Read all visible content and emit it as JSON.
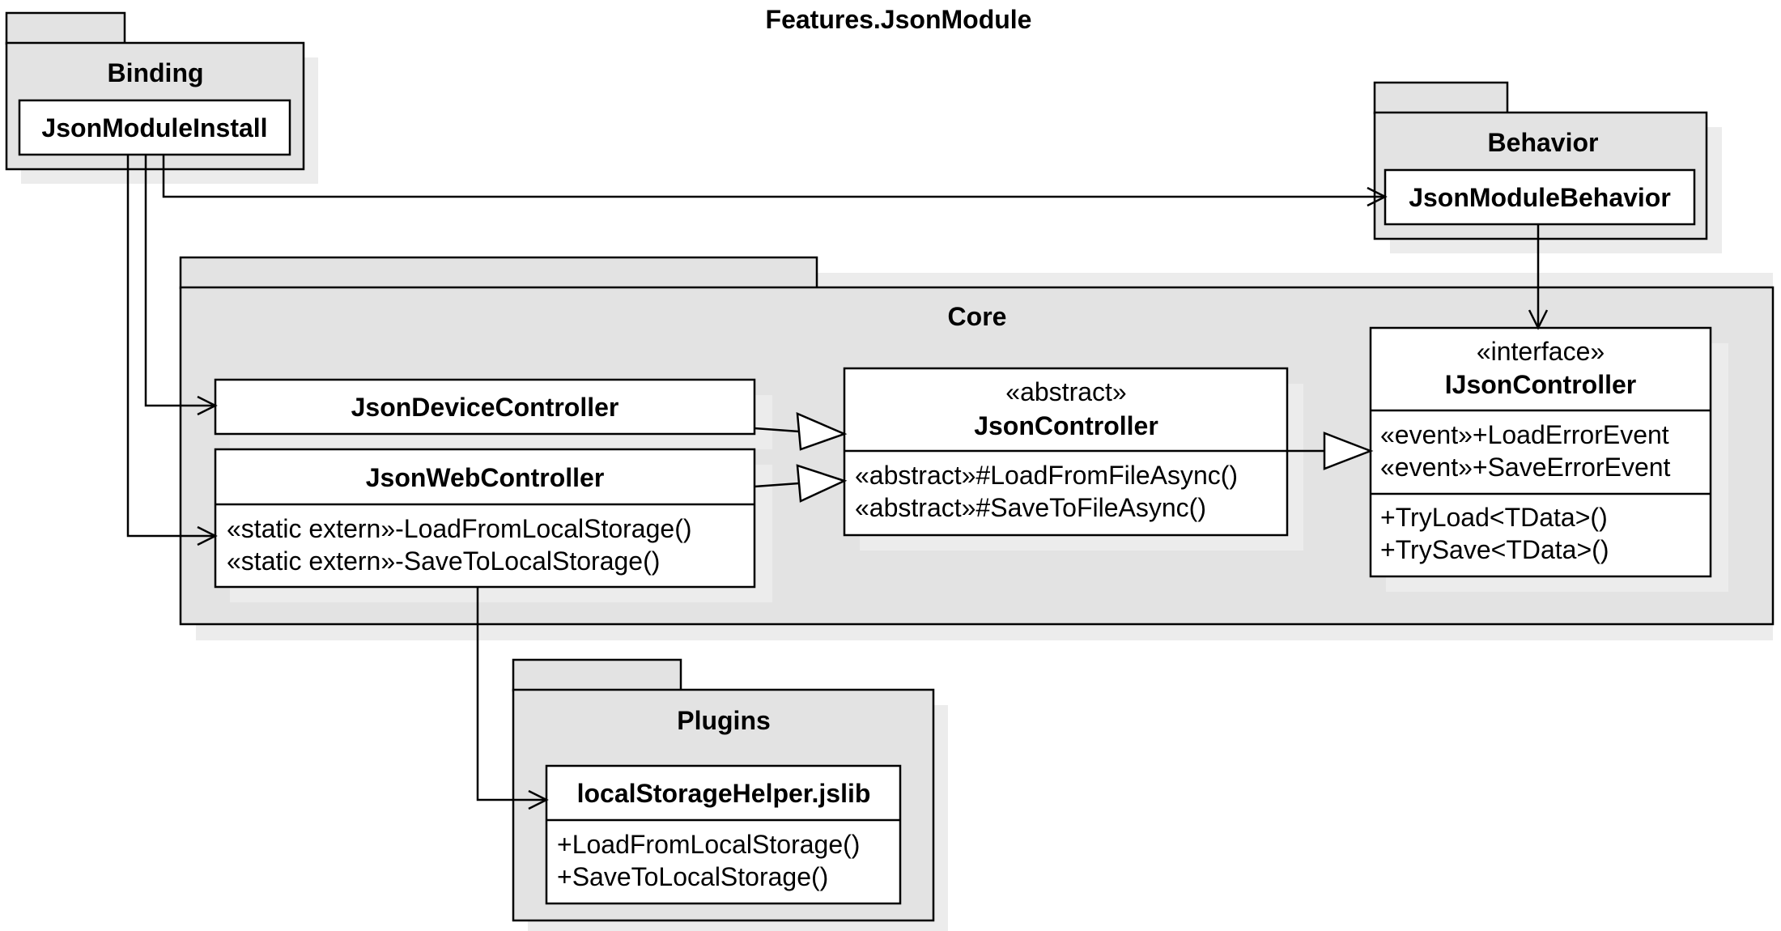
{
  "title": "Features.JsonModule",
  "packages": {
    "binding": {
      "name": "Binding"
    },
    "behavior": {
      "name": "Behavior"
    },
    "core": {
      "name": "Core"
    },
    "plugins": {
      "name": "Plugins"
    }
  },
  "classes": {
    "json_module_install": {
      "name": "JsonModuleInstall"
    },
    "json_module_behavior": {
      "name": "JsonModuleBehavior"
    },
    "json_device_controller": {
      "name": "JsonDeviceController"
    },
    "json_web_controller": {
      "name": "JsonWebController",
      "members": [
        "«static extern»-LoadFromLocalStorage()",
        "«static extern»-SaveToLocalStorage()"
      ]
    },
    "json_controller": {
      "stereotype": "«abstract»",
      "name": "JsonController",
      "members": [
        "«abstract»#LoadFromFileAsync()",
        "«abstract»#SaveToFileAsync()"
      ]
    },
    "ijson_controller": {
      "stereotype": "«interface»",
      "name": "IJsonController",
      "attributes": [
        "«event»+LoadErrorEvent",
        "«event»+SaveErrorEvent"
      ],
      "operations": [
        "+TryLoad<TData>()",
        "+TrySave<TData>()"
      ]
    },
    "local_storage_helper": {
      "name": "localStorageHelper.jslib",
      "members": [
        "+LoadFromLocalStorage()",
        "+SaveToLocalStorage()"
      ]
    }
  },
  "relationships": [
    {
      "from": "JsonModuleInstall",
      "to": "JsonModuleBehavior",
      "kind": "dependency"
    },
    {
      "from": "JsonModuleInstall",
      "to": "JsonDeviceController",
      "kind": "dependency"
    },
    {
      "from": "JsonModuleInstall",
      "to": "JsonWebController",
      "kind": "dependency"
    },
    {
      "from": "JsonModuleBehavior",
      "to": "IJsonController",
      "kind": "dependency"
    },
    {
      "from": "JsonDeviceController",
      "to": "JsonController",
      "kind": "generalization"
    },
    {
      "from": "JsonWebController",
      "to": "JsonController",
      "kind": "generalization"
    },
    {
      "from": "JsonController",
      "to": "IJsonController",
      "kind": "realization"
    },
    {
      "from": "JsonWebController",
      "to": "localStorageHelper.jslib",
      "kind": "dependency"
    }
  ]
}
